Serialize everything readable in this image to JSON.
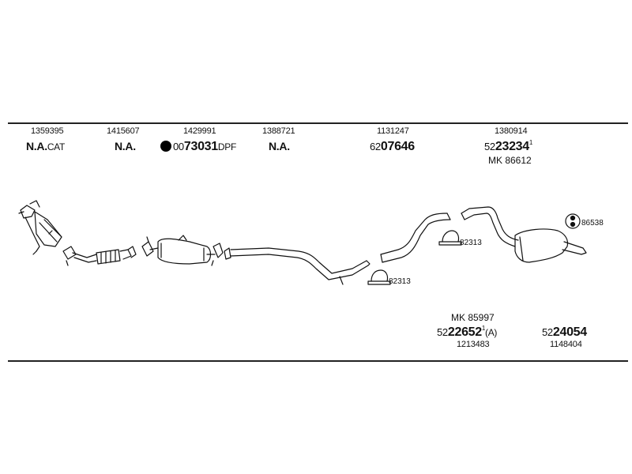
{
  "columns": [
    {
      "oe": "1359395",
      "part_main": "N.A.",
      "part_suffix": "CAT"
    },
    {
      "oe": "1415607",
      "part_main": "N.A."
    },
    {
      "oe": "1429991",
      "part_prefix": "00",
      "part_main": "73031",
      "part_suffix": "DPF",
      "marker": "filled-dot"
    },
    {
      "oe": "1388721",
      "part_main": "N.A."
    },
    {
      "oe": "1131247",
      "part_prefix": "62",
      "part_main": "07646"
    },
    {
      "oe": "1380914",
      "part_prefix": "52",
      "part_main": "23234",
      "part_sup": "1",
      "mk": "MK 86612"
    }
  ],
  "bottom": [
    {
      "mk": "MK 85997",
      "part_prefix": "52",
      "part_main": "22652",
      "part_sup": "1",
      "part_suffix": "(A)",
      "oe": "1213483"
    },
    {
      "part_prefix": "52",
      "part_main": "24054",
      "oe": "1148404"
    }
  ],
  "clamps": [
    {
      "label": "82313"
    },
    {
      "label": "82313"
    },
    {
      "label": "86538"
    }
  ]
}
